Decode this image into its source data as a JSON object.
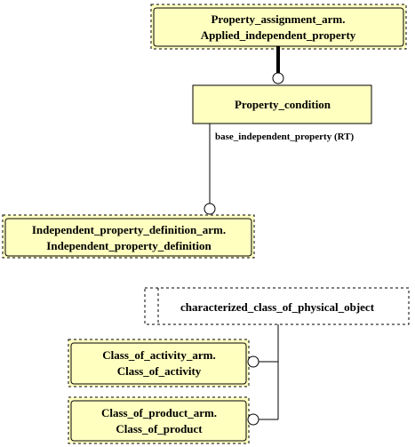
{
  "entities": {
    "property_assignment": {
      "line1": "Property_assignment_arm.",
      "line2": "Applied_independent_property"
    },
    "property_condition": {
      "label": "Property_condition"
    },
    "independent_property_definition": {
      "line1": "Independent_property_definition_arm.",
      "line2": "Independent_property_definition"
    },
    "characterized_class": {
      "label": "characterized_class_of_physical_object"
    },
    "class_of_activity": {
      "line1": "Class_of_activity_arm.",
      "line2": "Class_of_activity"
    },
    "class_of_product": {
      "line1": "Class_of_product_arm.",
      "line2": "Class_of_product"
    }
  },
  "relationships": {
    "base_independent_property": {
      "label": "base_independent_property (RT)"
    }
  },
  "colors": {
    "box_fill": "#ffffc0",
    "stroke": "#000000",
    "background": "#ffffff"
  }
}
